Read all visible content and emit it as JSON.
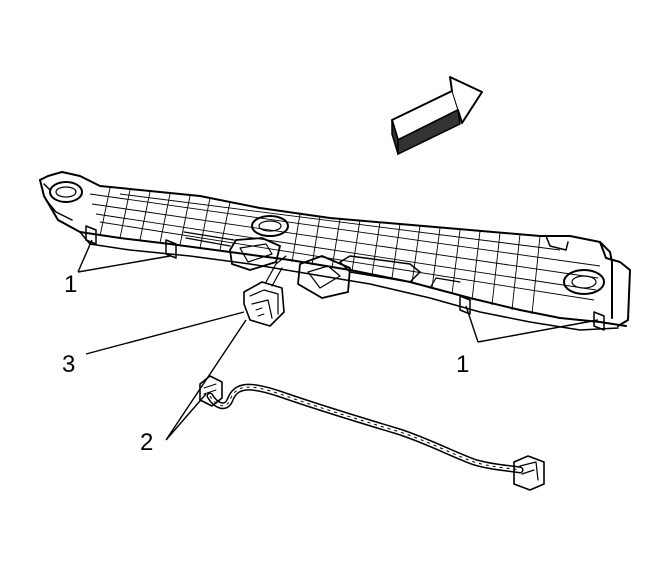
{
  "callouts": {
    "left_clips": "1",
    "right_clips": "1",
    "harness": "2",
    "connector": "3"
  }
}
